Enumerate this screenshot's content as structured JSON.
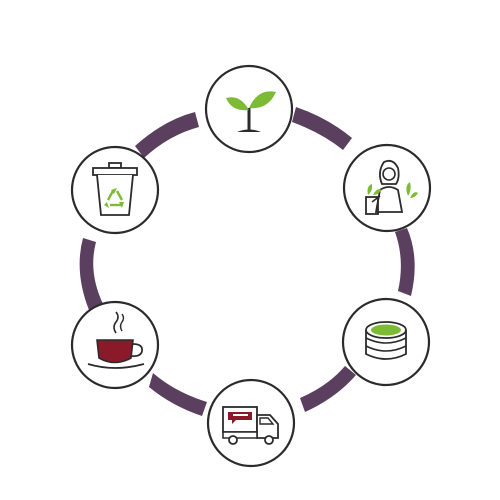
{
  "diagram": {
    "type": "lifecycle-cycle",
    "colors": {
      "arrow": "#5a3f5e",
      "outline": "#2b2b2b",
      "green": "#7dbb35",
      "maroon": "#8a1a2a"
    },
    "stages": [
      {
        "name": "plant",
        "icon": "sprout-icon"
      },
      {
        "name": "harvest",
        "icon": "tea-picker-icon"
      },
      {
        "name": "processing",
        "icon": "matcha-bowls-icon"
      },
      {
        "name": "shipping",
        "icon": "delivery-truck-icon"
      },
      {
        "name": "consume",
        "icon": "tea-cup-icon"
      },
      {
        "name": "recycle",
        "icon": "recycle-bin-icon"
      }
    ]
  }
}
